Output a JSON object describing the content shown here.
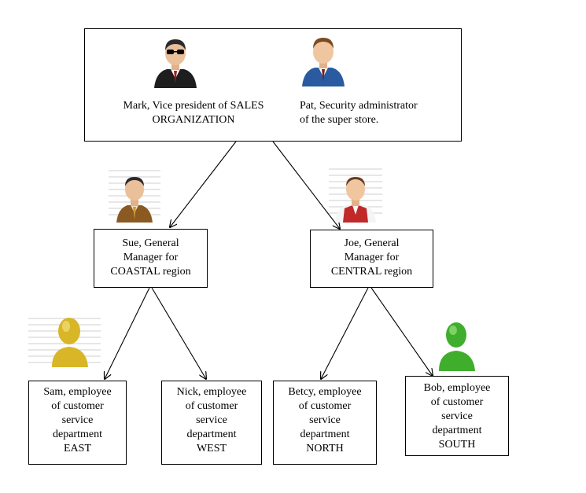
{
  "top": {
    "mark": {
      "line1": "Mark, Vice president of SALES",
      "line2": "ORGANIZATION"
    },
    "pat": {
      "line1": "Pat, Security administrator",
      "line2": "of the super store."
    }
  },
  "managers": {
    "sue": {
      "line1": "Sue, General",
      "line2": "Manager for",
      "line3": "COASTAL region"
    },
    "joe": {
      "line1": "Joe, General",
      "line2": "Manager for",
      "line3": "CENTRAL region"
    }
  },
  "employees": {
    "sam": {
      "line1": "Sam, employee",
      "line2": "of customer",
      "line3": "service",
      "line4": "department",
      "line5": "EAST"
    },
    "nick": {
      "line1": "Nick, employee",
      "line2": "of customer",
      "line3": "service",
      "line4": "department",
      "line5": "WEST"
    },
    "betcy": {
      "line1": "Betcy, employee",
      "line2": "of customer",
      "line3": "service",
      "line4": "department",
      "line5": "NORTH"
    },
    "bob": {
      "line1": "Bob, employee",
      "line2": "of customer",
      "line3": "service",
      "line4": "department",
      "line5": "SOUTH"
    }
  },
  "colors": {
    "mark_suit": "#1e1e1e",
    "pat_suit": "#2a5aa0",
    "sue_suit": "#8a5a22",
    "joe_vest": "#c0282a",
    "sam": "#d8b628",
    "bob": "#3fae2c"
  },
  "icons": [
    "businessman-sunglasses-icon",
    "businessman-blue-icon",
    "businessman-brown-icon",
    "man-red-vest-icon",
    "user-yellow-icon",
    "user-green-icon"
  ]
}
